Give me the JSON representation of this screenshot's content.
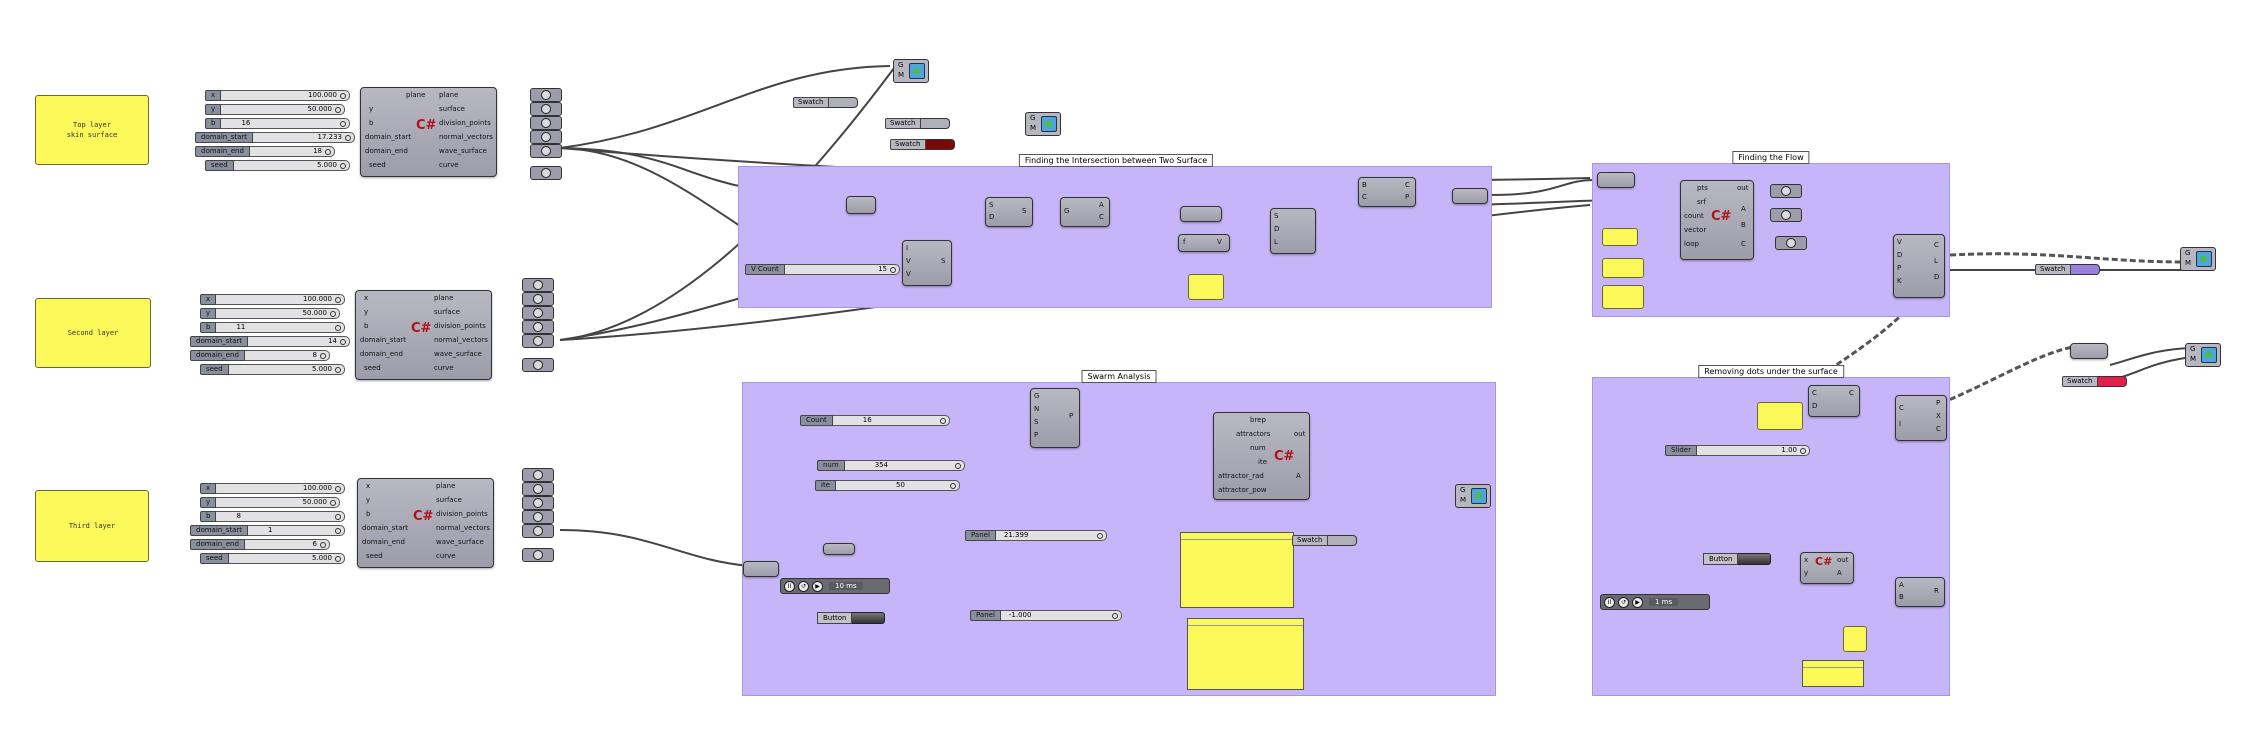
{
  "groups": {
    "intersection": "Finding the Intersection between Two Surface",
    "flow": "Finding the Flow",
    "swarm": "Swarm Analysis",
    "removing": "Removing dots under the surface"
  },
  "scribbles": {
    "top": "Top layer\nskin surface",
    "second": "Second layer",
    "third": "Third layer"
  },
  "layer_params": {
    "top": [
      {
        "label": "x",
        "value": "100.000"
      },
      {
        "label": "y",
        "value": "50.000"
      },
      {
        "label": "b",
        "value": "16"
      },
      {
        "label": "domain_start",
        "value": "17.233"
      },
      {
        "label": "domain_end",
        "value": "18"
      },
      {
        "label": "seed",
        "value": "5.000"
      }
    ],
    "second": [
      {
        "label": "x",
        "value": "100.000"
      },
      {
        "label": "y",
        "value": "50.000"
      },
      {
        "label": "b",
        "value": "11"
      },
      {
        "label": "domain_start",
        "value": "14"
      },
      {
        "label": "domain_end",
        "value": "8"
      },
      {
        "label": "seed",
        "value": "5.000"
      }
    ],
    "third": [
      {
        "label": "x",
        "value": "100.000"
      },
      {
        "label": "y",
        "value": "50.000"
      },
      {
        "label": "b",
        "value": "8"
      },
      {
        "label": "domain_start",
        "value": "1"
      },
      {
        "label": "domain_end",
        "value": "6"
      },
      {
        "label": "seed",
        "value": "5.000"
      }
    ]
  },
  "script_inputs": [
    "x",
    "y",
    "b",
    "domain_start",
    "domain_end",
    "seed"
  ],
  "script_outputs": [
    "plane",
    "surface",
    "division_points",
    "normal_vectors",
    "wave_surface",
    "curve"
  ],
  "swatches": {
    "label": "Swatch",
    "colors": {
      "red": "#7a0a0a",
      "purple": "#9b7fdc",
      "pink": "#e0204a",
      "gray": "#b0b0b8"
    }
  },
  "intersection": {
    "vcount_label": "V Count",
    "vcount_value": "15",
    "ports_a": [
      "I",
      "V",
      "V"
    ],
    "port_s": "S",
    "ports_b": [
      "S",
      "D"
    ],
    "ports_c": [
      "G",
      "A",
      "C"
    ],
    "ports_d": [
      "B",
      "C"
    ],
    "ports_e": [
      "C",
      "P"
    ],
    "ports_f": [
      "S",
      "D",
      "L"
    ],
    "expr_label": "f",
    "expr_v": "V"
  },
  "flow": {
    "inputs": [
      "pts",
      "srf",
      "count",
      "vector",
      "loop"
    ],
    "outputs": [
      "out",
      "A",
      "B",
      "C"
    ],
    "ports_in": [
      "V",
      "D",
      "P",
      "K"
    ],
    "ports_out": [
      "C",
      "L",
      "D"
    ]
  },
  "swarm": {
    "count_label": "Count",
    "count_value": "16",
    "num_label": "num",
    "num_value": "354",
    "ite_label": "ite",
    "ite_value": "50",
    "pop_ports": [
      "G",
      "N",
      "S",
      "P"
    ],
    "pop_out": "P",
    "inputs": [
      "brep",
      "attractors",
      "num",
      "ite",
      "attractor_rad",
      "attractor_pow"
    ],
    "outputs": [
      "out",
      "A"
    ],
    "panel_label": "Panel",
    "panel1_value": "21.399",
    "panel2_value": "-1.000",
    "timer_value": "10 ms",
    "button_label": "Button"
  },
  "removing": {
    "slider_label": "Slider",
    "slider_value": "1.00",
    "button_label": "Button",
    "timer_value": "1 ms",
    "script_in": [
      "x",
      "y"
    ],
    "script_out": [
      "out",
      "A"
    ],
    "gate_in": [
      "A",
      "B"
    ],
    "gate_out": "R",
    "ports_a": [
      "C",
      "D"
    ],
    "ports_b": [
      "C",
      "D"
    ],
    "ports_c": [
      "C",
      "I"
    ],
    "ports_d": [
      "P",
      "X",
      "C"
    ]
  },
  "preview": {
    "g": "G",
    "m": "M"
  },
  "colors": {
    "group": "#c6b6f9",
    "scribble": "#fbf95a",
    "component": "#a8a8b4"
  }
}
